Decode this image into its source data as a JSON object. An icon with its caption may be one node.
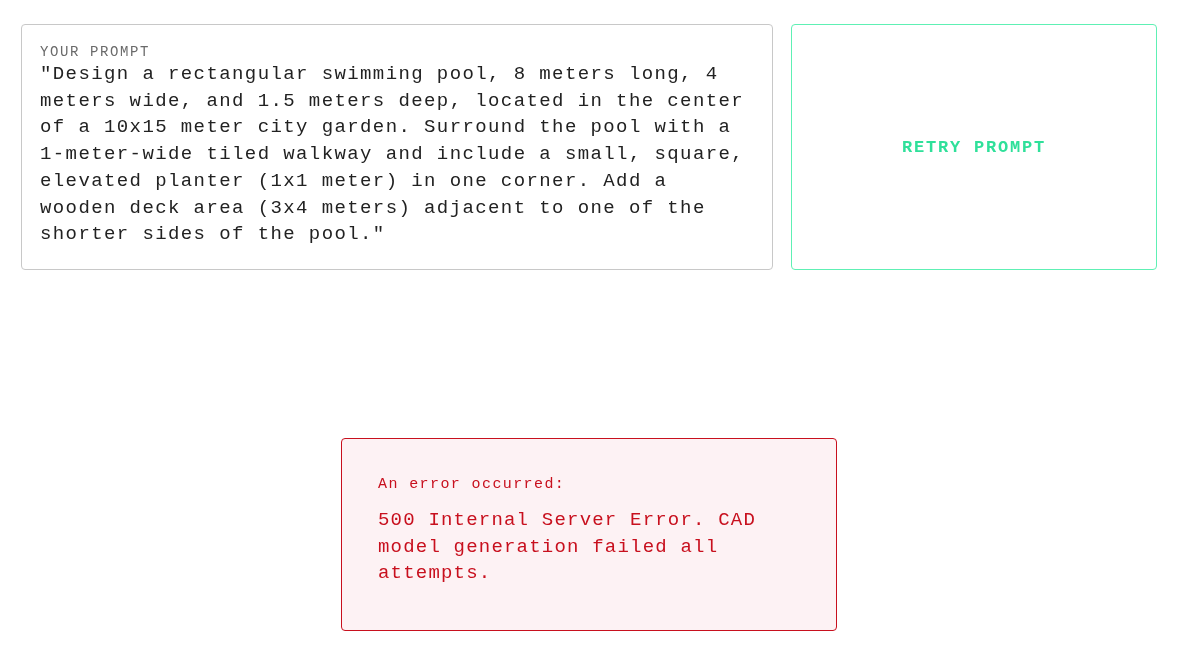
{
  "diagram": {
    "nodes": [
      {
        "text": [
          "YOUR PROMPT",
          "\"Design a rectangular swimming pool, 8 meters long, 4 meters wide, and 1.5 meters deep, located in the center of a 10x15 meter city garden. Surround the pool with a 1-meter-wide tiled walkway and include a small, square, elevated planter (1x1 meter) in one corner. Add a wooden deck area (3x4 meters) adjacent to one of the shorter sides of the pool.\""
        ]
      },
      {
        "text": [
          "RETRY PROMPT"
        ]
      },
      {
        "text": [
          "An error occurred:",
          "500 Internal Server Error. CAD model generation failed all attempts."
        ]
      }
    ]
  }
}
